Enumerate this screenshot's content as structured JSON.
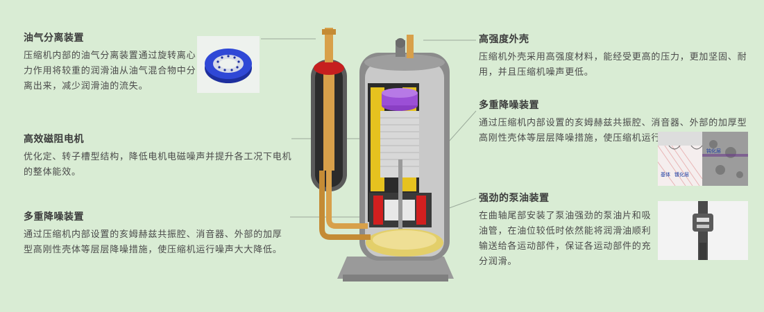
{
  "features": {
    "oil_separator": {
      "title": "油气分离装置",
      "desc": "压缩机内部的油气分离装置通过旋转离心力作用将较重的润滑油从油气混合物中分离出来，减少润滑油的流失。"
    },
    "motor": {
      "title": "高效磁阻电机",
      "desc": "优化定、转子槽型结构，降低电机电磁噪声并提升各工况下电机的整体能效。"
    },
    "noise_left": {
      "title": "多重降噪装置",
      "desc": "通过压缩机内部设置的亥姆赫兹共振腔、消音器、外部的加厚型高刚性壳体等层层降噪措施，使压缩机运行噪声大大降低。"
    },
    "shell": {
      "title": "高强度外壳",
      "desc": "压缩机外壳采用高强度材料，能经受更高的压力，更加坚固、耐用，并且压缩机噪声更低。"
    },
    "noise_right": {
      "title": "多重降噪装置",
      "desc": "通过压缩机内部设置的亥姆赫兹共振腔、消音器、外部的加厚型高刚性壳体等层层降噪措施，使压缩机运行噪声大大降低。"
    },
    "pump": {
      "title": "强劲的泵油装置",
      "desc": "在曲轴尾部安装了泵油强劲的泵油片和吸油管，在油位较低时依然能将润滑油顺利输送给各运动部件，保证各运动部件的充分润滑。"
    }
  },
  "micro_labels": {
    "a": "钝化层",
    "b": "基体",
    "c": "镀化层"
  },
  "colors": {
    "background": "#d9ecd4",
    "heading": "#3c3c3c",
    "body_text": "#4a4a4a",
    "motor_rotor": "#8a3fc4",
    "coil": "#e6c21f",
    "oil": "#e3cf6a",
    "pump_red": "#d21f1f",
    "copper": "#d8a04a"
  }
}
